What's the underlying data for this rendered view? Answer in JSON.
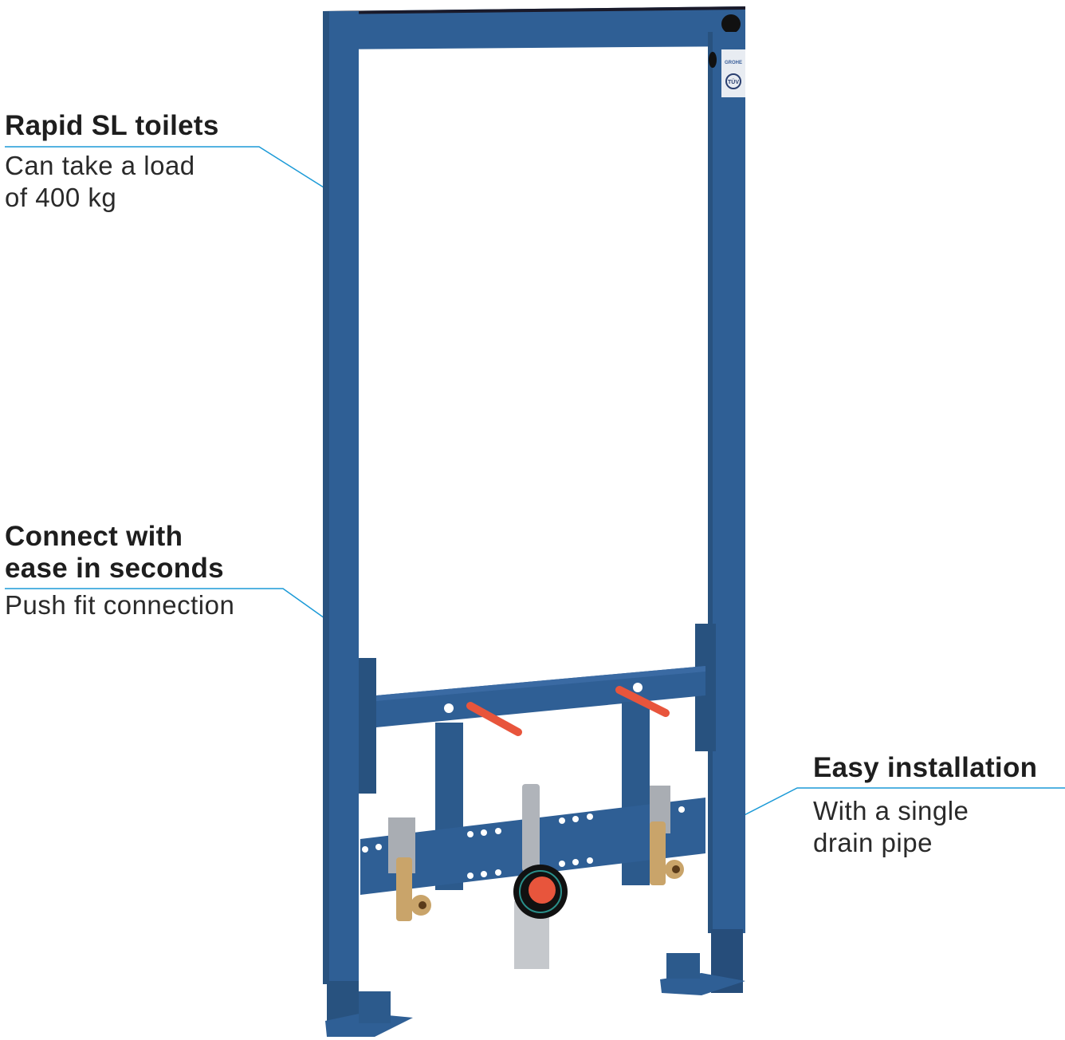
{
  "callouts": [
    {
      "title_lines": [
        "Rapid SL toilets"
      ],
      "description_lines": [
        "Can take a load",
        "of 400 kg"
      ]
    },
    {
      "title_lines": [
        "Connect with",
        "ease in seconds"
      ],
      "description_lines": [
        "Push fit connection"
      ]
    },
    {
      "title_lines": [
        "Easy installation"
      ],
      "description_lines": [
        "With a single",
        "drain pipe"
      ]
    }
  ],
  "product": {
    "label_brand": "GROHE",
    "label_cert": "TÜV"
  },
  "colors": {
    "frame": "#2f5f95",
    "frame_dark": "#224a78",
    "callout_line": "#1b9ad7",
    "pipe": "#e8553c",
    "brass": "#c9a46a"
  }
}
